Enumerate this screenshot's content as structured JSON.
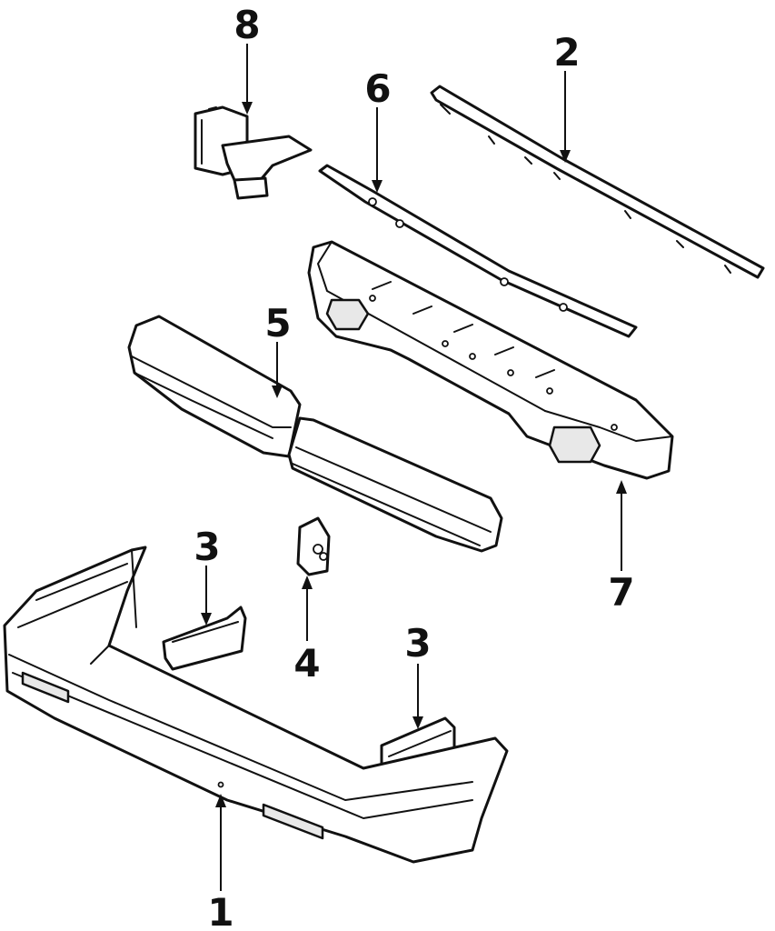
{
  "callouts": [
    {
      "id": "c1",
      "label": "1"
    },
    {
      "id": "c2",
      "label": "2"
    },
    {
      "id": "c3a",
      "label": "3"
    },
    {
      "id": "c3b",
      "label": "3"
    },
    {
      "id": "c4",
      "label": "4"
    },
    {
      "id": "c5",
      "label": "5"
    },
    {
      "id": "c6",
      "label": "6"
    },
    {
      "id": "c7",
      "label": "7"
    },
    {
      "id": "c8",
      "label": "8"
    }
  ],
  "colors": {
    "line": "#111111",
    "background": "#ffffff",
    "shade": "#e8e8e8"
  }
}
